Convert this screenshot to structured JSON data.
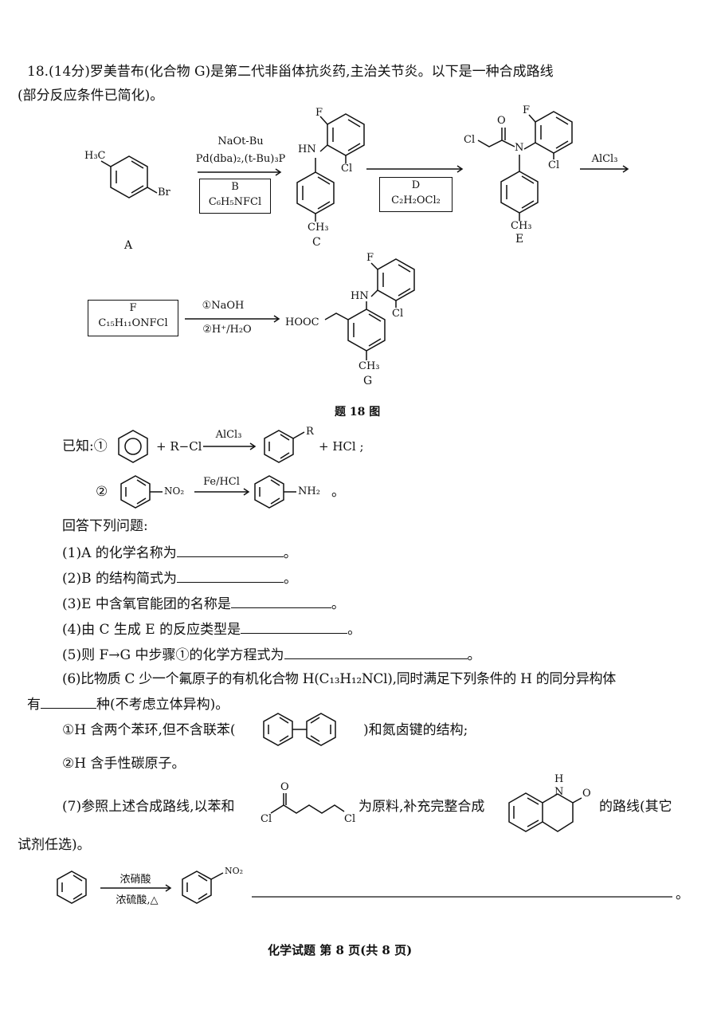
{
  "question": {
    "intro_line1": "18.(14分)罗美昔布(化合物 G)是第二代非甾体抗炎药,主治关节炎。以下是一种合成路线",
    "intro_line2": "(部分反应条件已简化)。"
  },
  "scheme": {
    "A_label": "A",
    "C_label": "C",
    "E_label": "E",
    "G_label": "G",
    "step1_cond1": "NaOt-Bu",
    "step1_cond2": "Pd(dba)₂,(t-Bu)₃P",
    "B_box_line1": "B",
    "B_box_line2": "C₆H₅NFCl",
    "D_box_line1": "D",
    "D_box_line2": "C₂H₂OCl₂",
    "step3_cond": "AlCl₃",
    "F_box_line1": "F",
    "F_box_line2": "C₁₅H₁₁ONFCl",
    "step4_cond1": "①NaOH",
    "step4_cond2": "②H⁺/H₂O",
    "caption": "题 18 图",
    "atoms": {
      "F": "F",
      "Cl": "Cl",
      "Br": "Br",
      "HN": "HN",
      "N": "N",
      "O": "O",
      "H3C": "H₃C",
      "CH3": "CH₃",
      "HOOC": "HOOC"
    }
  },
  "known": {
    "prefix": "已知:①",
    "rcl": "+ R−Cl",
    "cond1": "AlCl₃",
    "r": "R",
    "hcl": "+ HCl ;",
    "num2": "②",
    "no2": "NO₂",
    "cond2": "Fe/HCl",
    "nh2": "NH₂",
    "end2": "。"
  },
  "questions": {
    "header": "回答下列问题:",
    "q1": "(1)A 的化学名称为",
    "q2": "(2)B 的结构简式为",
    "q3": "(3)E 中含氧官能团的名称是",
    "q4": "(4)由 C 生成 E 的反应类型是",
    "q5": "(5)则 F→G 中步骤①的化学方程式为",
    "period": "。",
    "q6_line1": "(6)比物质 C 少一个氟原子的有机化合物 H(C₁₃H₁₂NCl),同时满足下列条件的 H 的同分异构体",
    "q6_line2a": "有",
    "q6_line2b": "种(不考虑立体异构)。",
    "c1_a": "①H 含两个苯环,但不含联苯(",
    "c1_b": ")和氮卤键的结构;",
    "c2": "②H 含手性碳原子。",
    "q7_a": "(7)参照上述合成路线,以苯和",
    "q7_b": "为原料,补充完整合成",
    "q7_c": "的路线(其它",
    "q7_line2": "试剂任选)。",
    "q7_O": "O",
    "q7_Cl1": "Cl",
    "q7_Cl2": "Cl",
    "q7_H": "H",
    "q7_N": "N",
    "q7_O2": "O",
    "route_cond1": "浓硝酸",
    "route_cond2": "浓硫酸,△",
    "route_no2": "NO₂",
    "route_end": "。"
  },
  "footer": "化学试题  第 8 页(共 8 页)"
}
